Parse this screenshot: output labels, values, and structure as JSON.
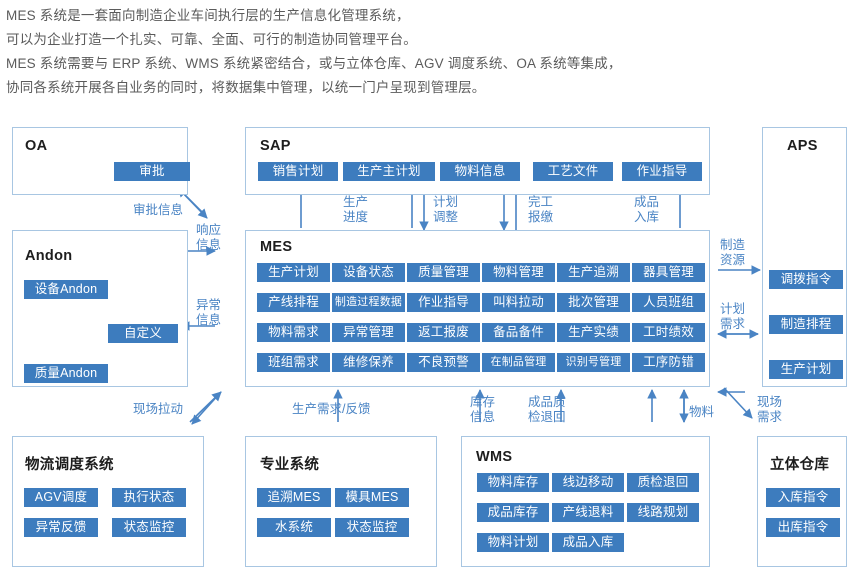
{
  "intro": {
    "lines": [
      "MES 系统是一套面向制造企业车间执行层的生产信息化管理系统，",
      "可以为企业打造一个扎实、可靠、全面、可行的制造协同管理平台。",
      "MES 系统需要与 ERP 系统、WMS 系统紧密结合，或与立体仓库、AGV 调度系统、OA 系统等集成，",
      "协同各系统开展各自业务的同时，将数据集中管理，以统一门户呈现到管理层。"
    ]
  },
  "colors": {
    "tag_blue": "#3d7cbe",
    "box_border": "#a8c6e2",
    "connector_blue": "#4a84c4",
    "title_black": "#1d1d1d",
    "intro_gray": "#5b5b5b"
  },
  "boxes": {
    "oa": {
      "title": "OA",
      "tags": [
        "审批"
      ]
    },
    "sap": {
      "title": "SAP",
      "tags": [
        "销售计划",
        "生产主计划",
        "物料信息",
        "工艺文件",
        "作业指导"
      ]
    },
    "aps": {
      "title": "APS",
      "tags": [
        "调拨指令",
        "制造排程",
        "生产计划"
      ]
    },
    "andon": {
      "title": "Andon",
      "tags": [
        "设备Andon",
        "自定义",
        "质量Andon"
      ]
    },
    "mes": {
      "title": "MES",
      "rows": [
        [
          "生产计划",
          "设备状态",
          "质量管理",
          "物料管理",
          "生产追溯",
          "器具管理"
        ],
        [
          "产线排程",
          "制造过程数据",
          "作业指导",
          "叫料拉动",
          "批次管理",
          "人员班组"
        ],
        [
          "物料需求",
          "异常管理",
          "返工报废",
          "备品备件",
          "生产实绩",
          "工时绩效"
        ],
        [
          "班组需求",
          "维修保养",
          "不良预警",
          "在制品管理",
          "识别号管理",
          "工序防错"
        ]
      ]
    },
    "logistics": {
      "title": "物流调度系统",
      "tags": [
        "AGV调度",
        "执行状态",
        "异常反馈",
        "状态监控"
      ]
    },
    "professional": {
      "title": "专业系统",
      "tags": [
        "追溯MES",
        "模具MES",
        "水系统",
        "状态监控"
      ]
    },
    "wms": {
      "title": "WMS",
      "tags": [
        "物料库存",
        "线边移动",
        "质检退回",
        "成品库存",
        "产线退料",
        "线路规划",
        "物料计划",
        "成品入库"
      ]
    },
    "warehouse": {
      "title": "立体仓库",
      "tags": [
        "入库指令",
        "出库指令"
      ]
    }
  },
  "connectors": {
    "approval_info": "审批信息",
    "response_info_1": "响应",
    "response_info_2": "信息",
    "exception_info_1": "异常",
    "exception_info_2": "信息",
    "production_progress_1": "生产",
    "production_progress_2": "进度",
    "plan_adjust_1": "计划",
    "plan_adjust_2": "调整",
    "completion_report_1": "完工",
    "completion_report_2": "报缴",
    "finished_stock_1": "成品",
    "finished_stock_2": "入库",
    "manufacturing_resource_1": "制造",
    "manufacturing_resource_2": "资源",
    "plan_demand_1": "计划",
    "plan_demand_2": "需求",
    "site_pull": "现场拉动",
    "production_demand_feedback": "生产需求/反馈",
    "stock_info_1": "库存",
    "stock_info_2": "信息",
    "quality_return_1": "成品质",
    "quality_return_2": "检退回",
    "material": "物料",
    "site_demand_1": "现场",
    "site_demand_2": "需求"
  }
}
